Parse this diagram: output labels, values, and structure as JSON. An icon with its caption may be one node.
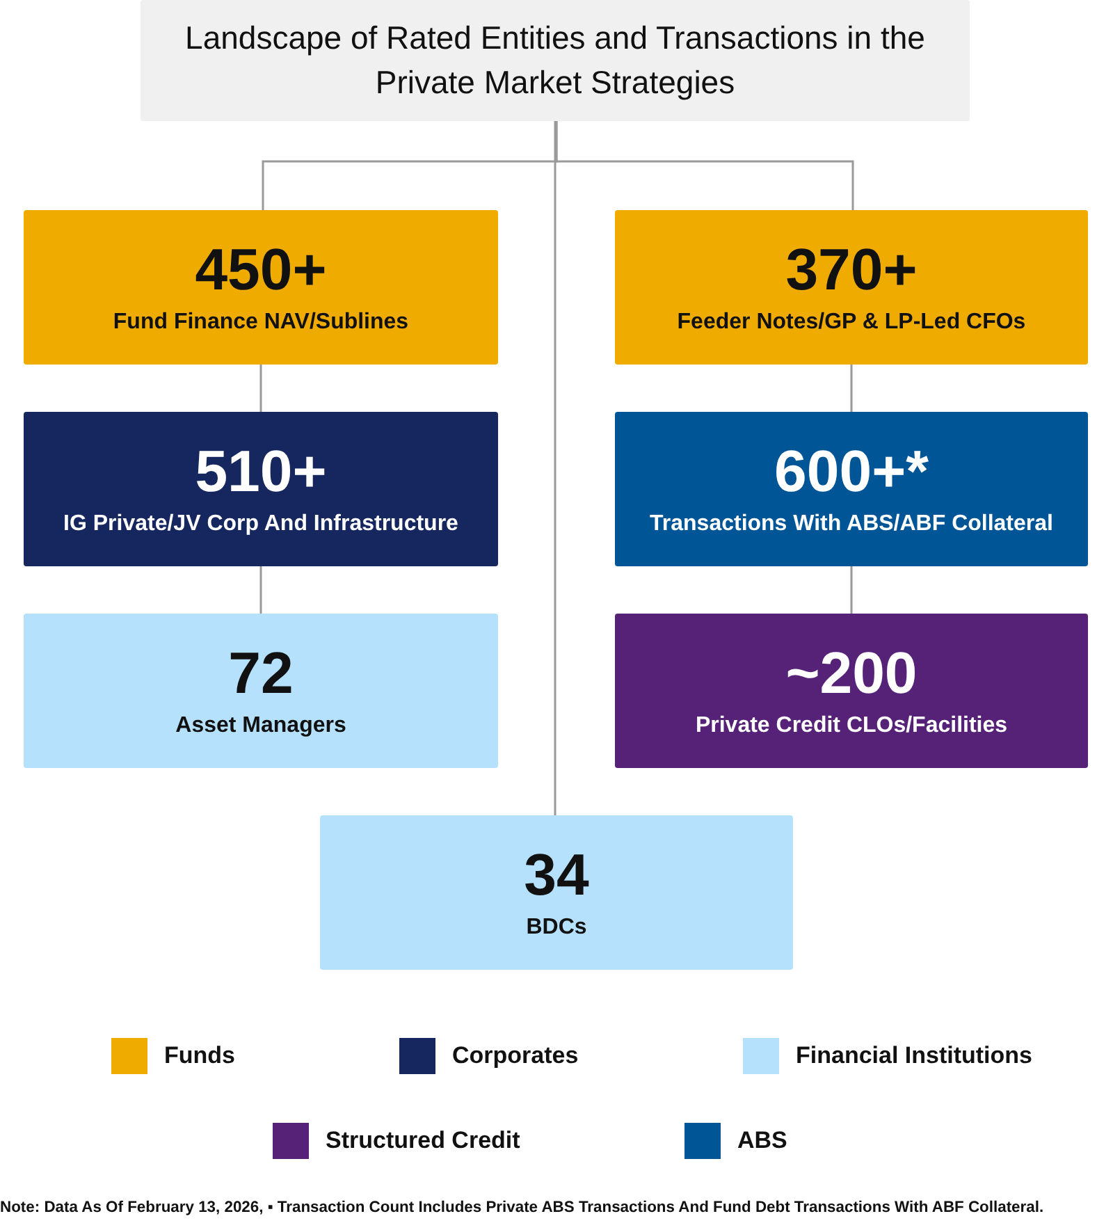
{
  "diagram": {
    "nodes": [
      {
        "text": [
          "Landscape of Rated Entities and Transactions in the Private Market Strategies"
        ]
      },
      {
        "text": [
          "450+",
          "Fund Finance NAV/Sublines"
        ]
      },
      {
        "text": [
          "370+",
          "Feeder Notes/GP & LP-Led CFOs"
        ]
      },
      {
        "text": [
          "510+",
          "IG Private/JV Corp And Infrastructure"
        ]
      },
      {
        "text": [
          "600+*",
          "Transactions With ABS/ABF Collateral"
        ]
      },
      {
        "text": [
          "72",
          "Asset Managers"
        ]
      },
      {
        "text": [
          "~200",
          "Private Credit CLOs/Facilities"
        ]
      },
      {
        "text": [
          "34",
          "BDCs"
        ]
      }
    ],
    "edges": [
      {
        "from": 0,
        "to": 1,
        "arrow": "none"
      },
      {
        "from": 0,
        "to": 2,
        "arrow": "none"
      },
      {
        "from": 0,
        "to": 7,
        "arrow": "none"
      },
      {
        "from": 1,
        "to": 3,
        "arrow": "none"
      },
      {
        "from": 3,
        "to": 5,
        "arrow": "none"
      },
      {
        "from": 2,
        "to": 4,
        "arrow": "none"
      },
      {
        "from": 4,
        "to": 6,
        "arrow": "none"
      }
    ],
    "labels": [
      "Note: Data As Of February 13, 2026, ▪ Transaction Count Includes Private ABS Transactions And Fund Debt Transactions With ABF Collateral."
    ],
    "legend": [
      {
        "text": "Funds",
        "color": "#f0ab00"
      },
      {
        "text": "Corporates",
        "color": "#16275f"
      },
      {
        "text": "Financial Institutions",
        "color": "#b5e1fd"
      },
      {
        "text": "Structured Credit",
        "color": "#552277"
      },
      {
        "text": "ABS",
        "color": "#005596"
      }
    ]
  }
}
